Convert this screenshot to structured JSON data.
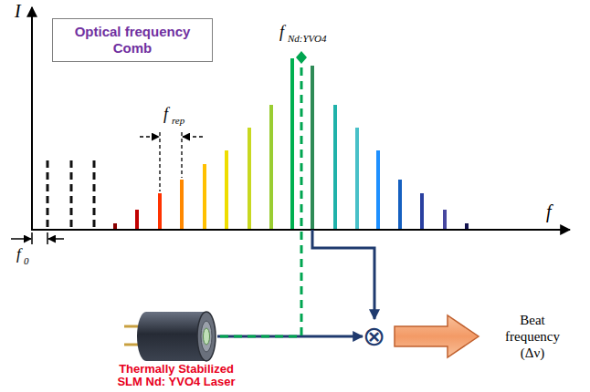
{
  "diagram": {
    "nodes": [
      {
        "text": [
          "Optical frequency Comb"
        ]
      },
      {
        "text": [
          "Thermally Stabilized SLM Nd: YVO4 Laser"
        ]
      },
      {
        "text": [
          "⊗"
        ]
      }
    ],
    "edges": [
      {
        "from": 1,
        "to": 2,
        "arrow": "to"
      }
    ],
    "labels": [
      "I",
      "f",
      "rep",
      "f",
      "Nd:YVO4",
      "f",
      "f",
      "0",
      "Beat frequency (Δν)"
    ]
  }
}
